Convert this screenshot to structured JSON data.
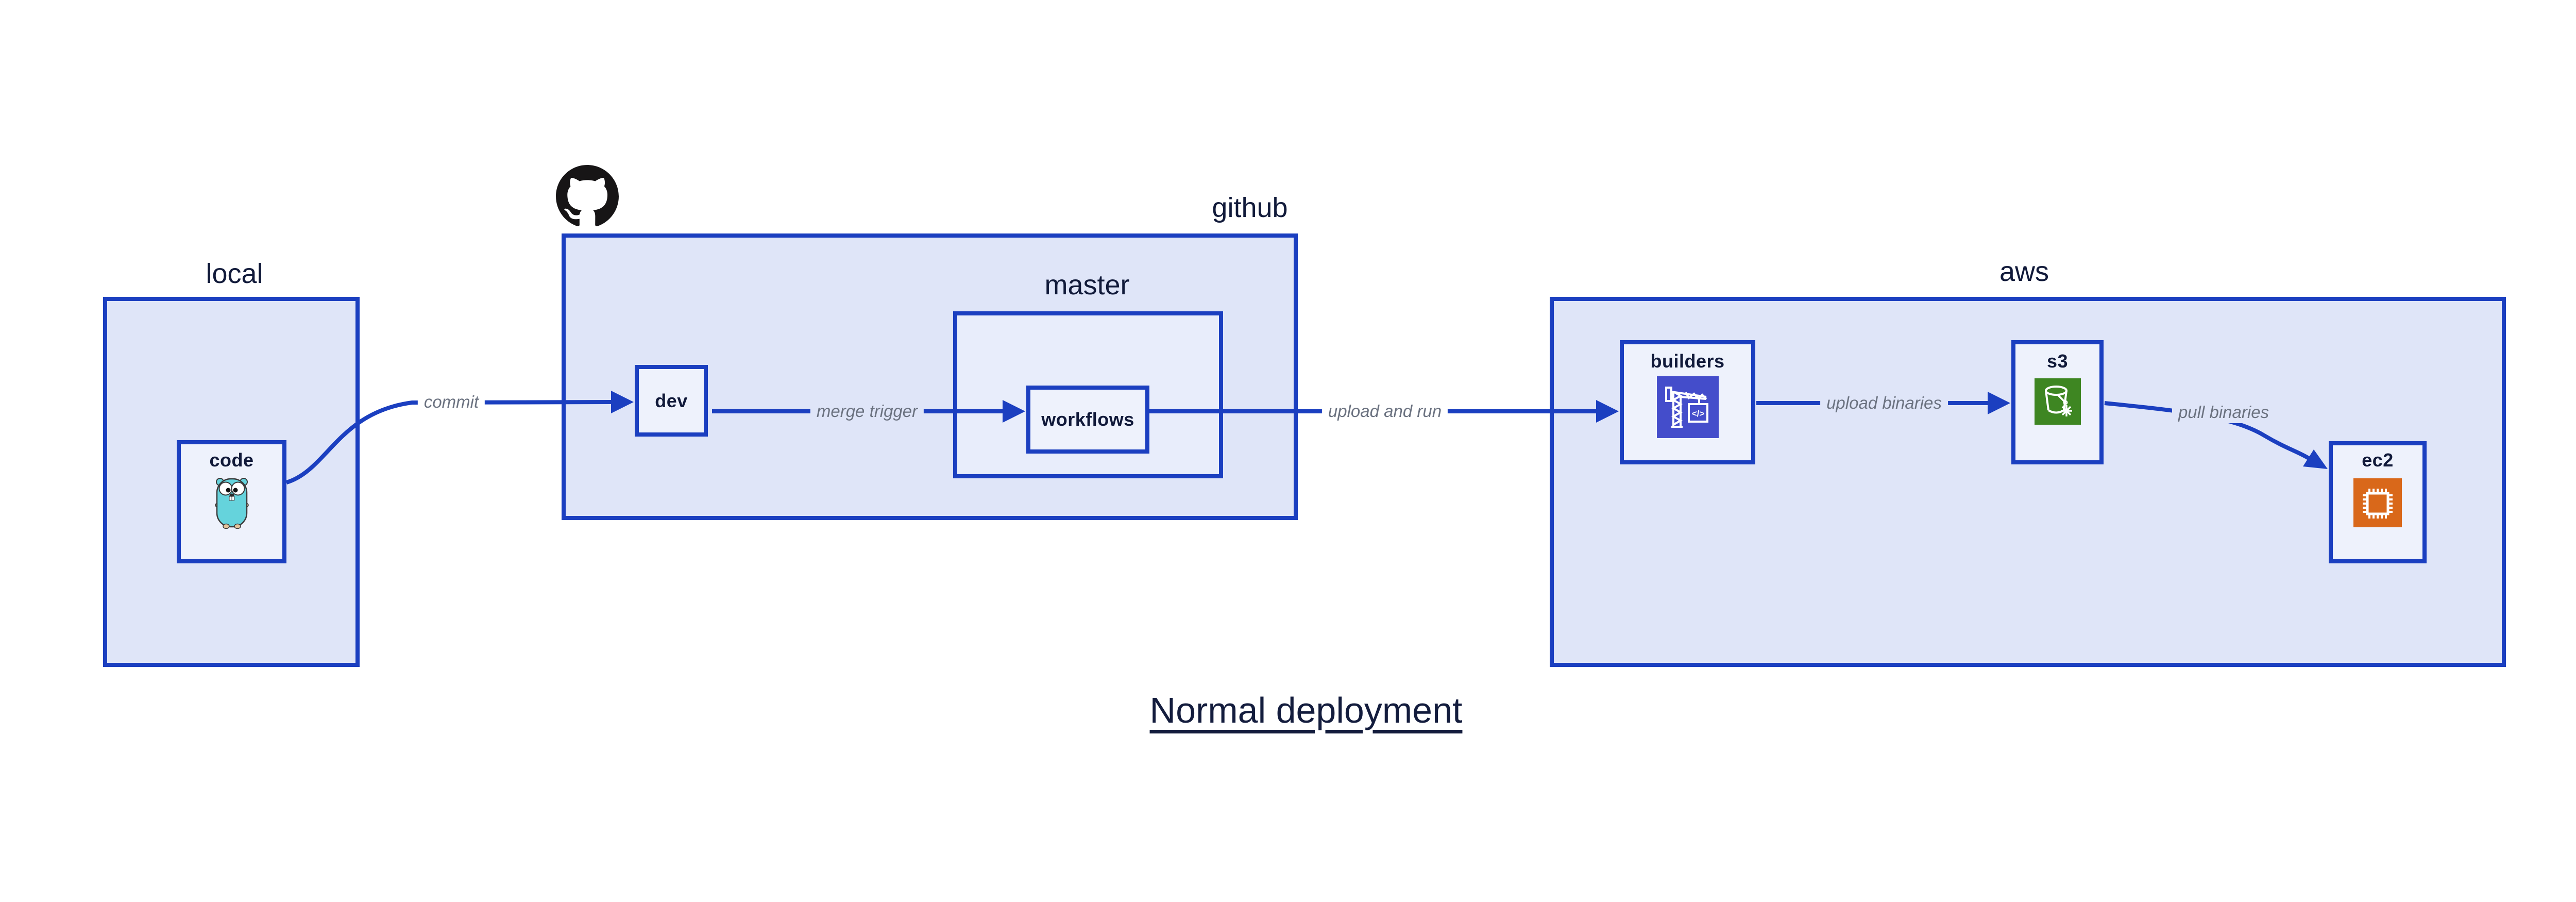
{
  "diagram": {
    "title": "Normal deployment",
    "containers": [
      {
        "id": "local",
        "label": "local"
      },
      {
        "id": "github",
        "label": "github"
      },
      {
        "id": "master",
        "label": "master"
      },
      {
        "id": "aws",
        "label": "aws"
      }
    ],
    "nodes": [
      {
        "id": "code",
        "label": "code",
        "icon": "go-gopher-icon"
      },
      {
        "id": "dev",
        "label": "dev",
        "icon": null
      },
      {
        "id": "workflows",
        "label": "workflows",
        "icon": null
      },
      {
        "id": "builders",
        "label": "builders",
        "icon": "aws-codebuild-icon"
      },
      {
        "id": "s3",
        "label": "s3",
        "icon": "aws-s3-glacier-icon"
      },
      {
        "id": "ec2",
        "label": "ec2",
        "icon": "aws-ec2-icon"
      }
    ],
    "edges": [
      {
        "from": "code",
        "to": "dev",
        "label": "commit"
      },
      {
        "from": "dev",
        "to": "workflows",
        "label": "merge trigger"
      },
      {
        "from": "workflows",
        "to": "builders",
        "label": "upload and run"
      },
      {
        "from": "builders",
        "to": "s3",
        "label": "upload binaries"
      },
      {
        "from": "s3",
        "to": "ec2",
        "label": "pull binaries"
      }
    ],
    "logo": "github-octocat-icon",
    "icon_code_text": "</>",
    "colors": {
      "canvas_bg": "#ffffff",
      "container_fill": "#dfe5f8",
      "master_fill": "#e8edfb",
      "node_fill": "#eef2fc",
      "border_blue": "#1b3fc0",
      "arrow_blue": "#1b3fc0",
      "label_navy": "#111a3a",
      "edge_label_gray": "#6b7280",
      "codebuild_icon": "#444dcb",
      "glacier_icon": "#3e8622",
      "ec2_icon": "#d9681a",
      "gopher_teal": "#65d3dc",
      "octocat_black": "#171516"
    }
  }
}
